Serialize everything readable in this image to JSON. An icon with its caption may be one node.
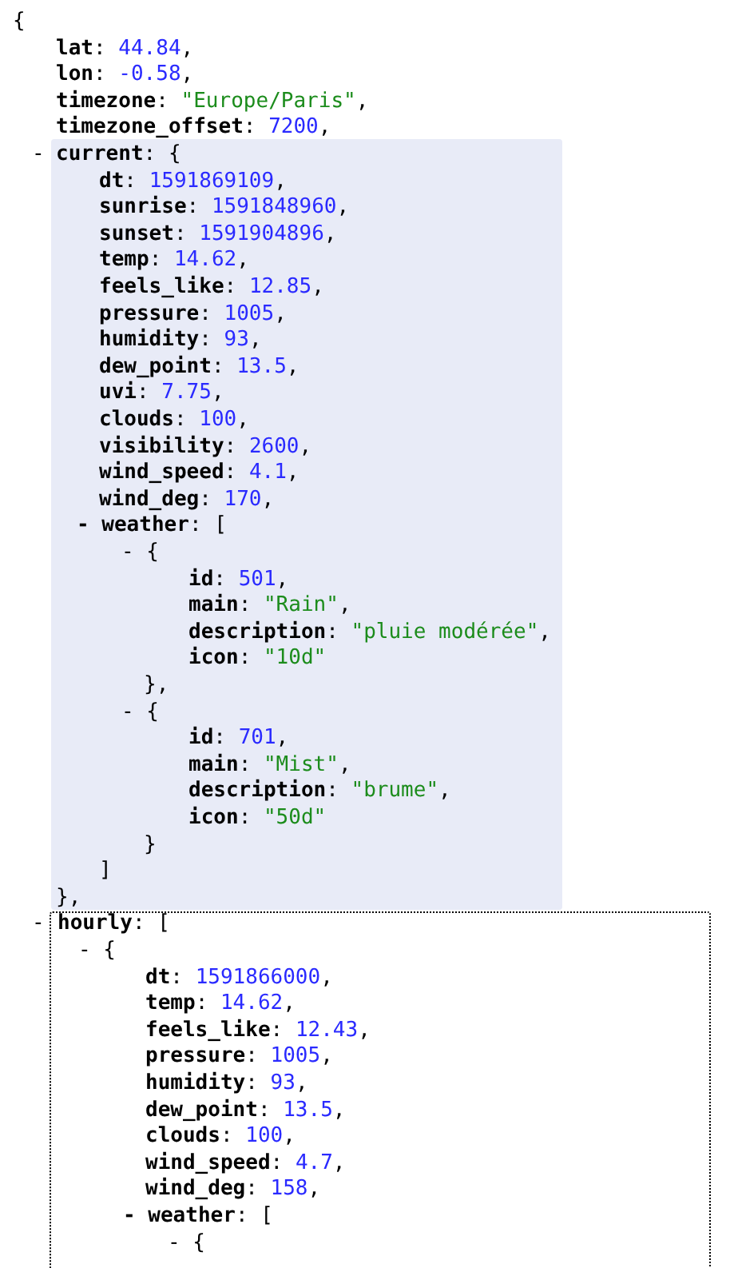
{
  "diagram": {
    "nodes": [
      {
        "text": [
          "current: {",
          "dt: 1591869109,",
          "sunrise: 1591848960,",
          "sunset: 1591904896,",
          "temp: 14.62,",
          "feels_like: 12.85,",
          "pressure: 1005,",
          "humidity: 93,",
          "dew_point: 13.5,",
          "uvi: 7.75,",
          "clouds: 100,",
          "visibility: 2600,",
          "wind_speed: 4.1,",
          "wind_deg: 170,",
          "- weather: [",
          "- {",
          "id: 501,",
          "main: \"Rain\",",
          "description: \"pluie modérée\",",
          "icon: \"10d\"",
          "},",
          "- {",
          "id: 701,",
          "main: \"Mist\",",
          "description: \"brume\",",
          "icon: \"50d\"",
          "}",
          "]",
          "},"
        ]
      },
      {
        "text": [
          "hourly: [",
          "- {",
          "dt: 1591866000,",
          "temp: 14.62,",
          "feels_like: 12.43,",
          "pressure: 1005,",
          "humidity: 93,",
          "dew_point: 13.5,",
          "clouds: 100,",
          "wind_speed: 4.7,",
          "wind_deg: 158,",
          "- weather: [",
          "- {"
        ]
      }
    ],
    "labels": [
      "{",
      "lat: 44.84,",
      "lon: -0.58,",
      "timezone: \"Europe/Paris\",",
      "timezone_offset: 7200,",
      "-",
      "-"
    ]
  }
}
